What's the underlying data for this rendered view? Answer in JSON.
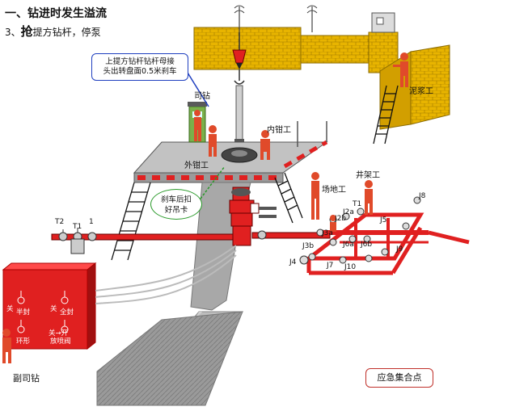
{
  "title": "一、钻进时发生溢流",
  "subtitle": {
    "step": "3、",
    "key": "抢",
    "rest": "提方钻杆，停泵"
  },
  "callouts": {
    "blue_line1": "上提方钻杆钻杆母接",
    "blue_line2": "头出转盘面0.5米刹车",
    "green_line1": "刹车后扣",
    "green_line2": "好吊卡"
  },
  "roles": {
    "driller": "司钻",
    "inner_tong": "内钳工",
    "outer_tong": "外钳工",
    "derrick": "井架工",
    "floor": "场地工",
    "mud": "泥浆工",
    "assistant_driller": "副司钻"
  },
  "assembly_point": "应急集合点",
  "valves": {
    "T2": "T2",
    "T1": "T1",
    "j1": "1",
    "J2a": "J2a",
    "J2b": "J2b",
    "T1r": "T1",
    "J3a": "J3a",
    "J3b": "J3b",
    "J5": "J5",
    "J6a": "J6a",
    "J6b": "J6b",
    "J4": "J4",
    "J7": "J7",
    "J10": "J10",
    "J9": "J9",
    "J8": "J8"
  },
  "panel": {
    "guan": "关",
    "open_close": "开",
    "ban_feng": "半封",
    "quan_feng": "全封",
    "huanxing": "环形",
    "fang_pen": "放喷阀",
    "guan_kai": "关→开"
  },
  "colors": {
    "brick": "#e8b400",
    "red": "#e02020",
    "deck": "#b8b8b8",
    "ramp": "#a8a8a8",
    "blue": "#1f3fbf",
    "green": "#2a9a2a"
  }
}
